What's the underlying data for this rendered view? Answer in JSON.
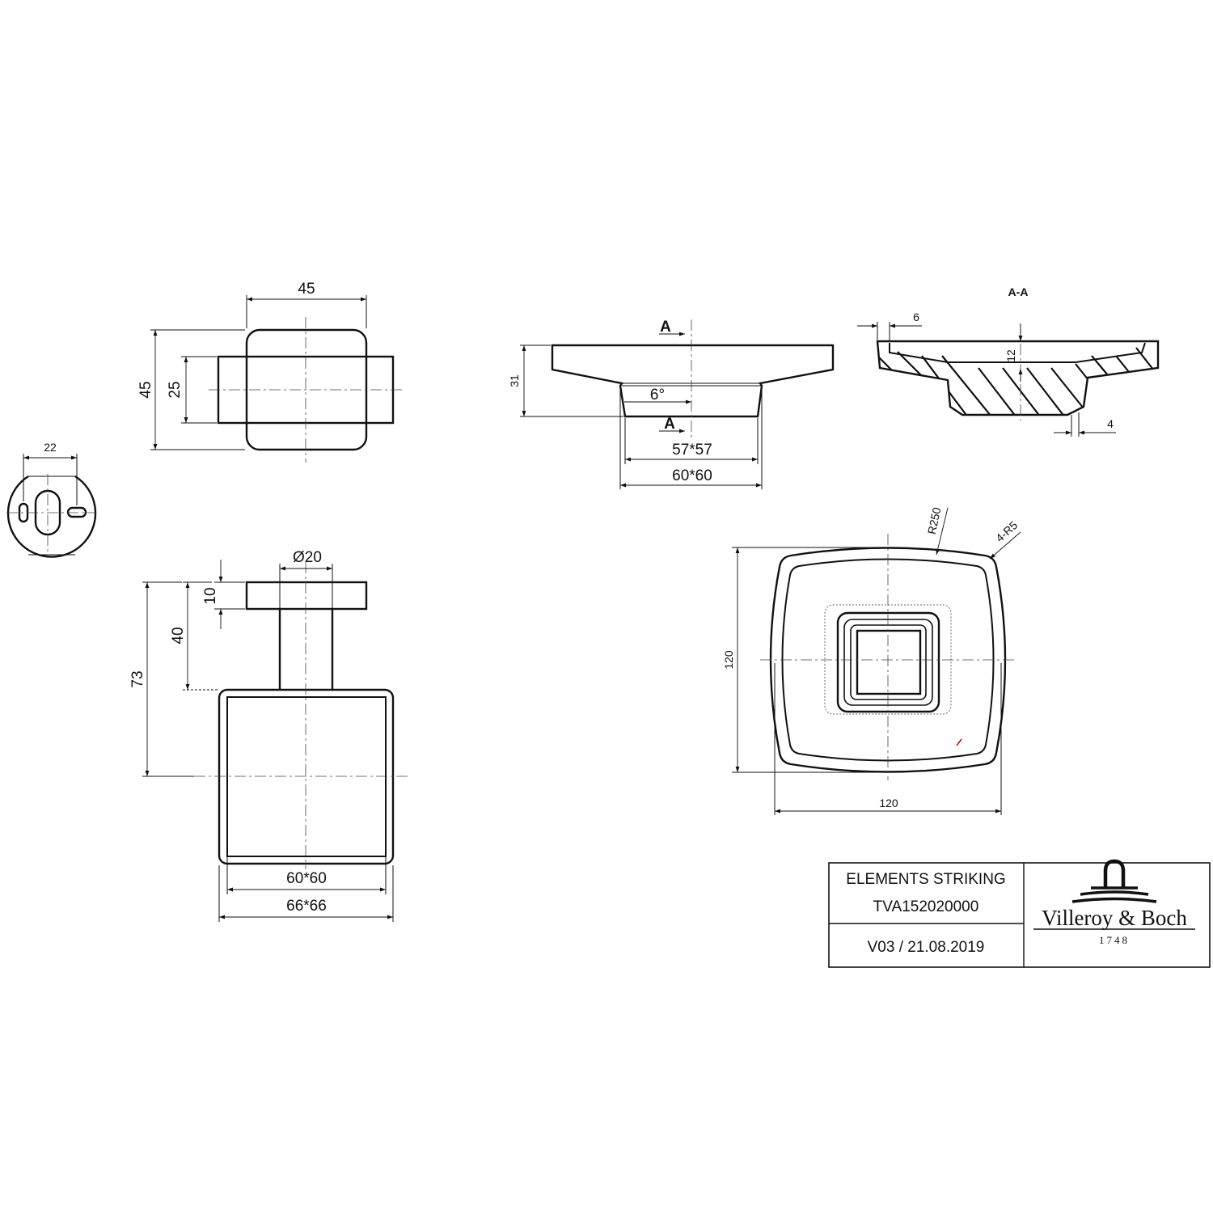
{
  "side_view": {
    "dim_width": "45",
    "dim_height": "45",
    "dim_inner": "25"
  },
  "wall_plate": {
    "dim_hole_spacing": "22"
  },
  "front_view": {
    "dim_diameter": "Ø20",
    "dim_top": "10",
    "dim_mid": "40",
    "dim_total": "73",
    "dim_inner_square": "60*60",
    "dim_outer_square": "66*66"
  },
  "dish_side": {
    "section_marker_top": "A",
    "section_marker_bottom": "A",
    "dim_height": "31",
    "dim_angle": "6°",
    "dim_inner": "57*57",
    "dim_outer": "60*60"
  },
  "section": {
    "title": "A-A",
    "dim_rim": "6",
    "dim_thickness": "12",
    "dim_foot": "4"
  },
  "dish_top": {
    "dim_radius": "R250",
    "dim_corner": "4-R5",
    "dim_height": "120",
    "dim_width": "120"
  },
  "title_block": {
    "product_name": "ELEMENTS STRIKING",
    "article_number": "TVA152020000",
    "version": "V03 / 21.08.2019",
    "brand": "Villeroy & Boch",
    "brand_year": "1748"
  }
}
